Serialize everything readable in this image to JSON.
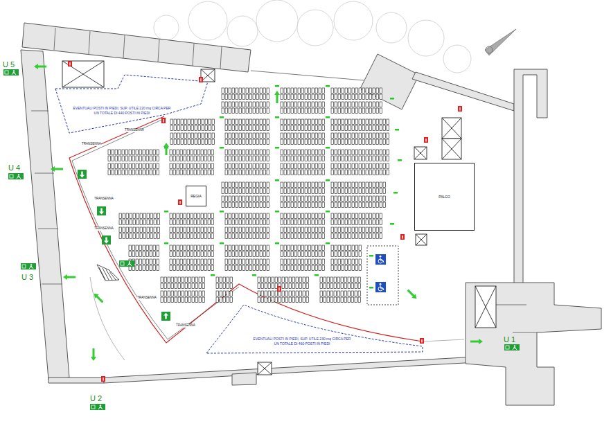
{
  "diagram": {
    "nodes": [
      {
        "text": [
          "EVENTUALI POSTI IN PIEDI, SUP. UTILE 220 mq CIRCA PER UN TOTALE DI 440 POSTI IN PIEDI"
        ]
      },
      {
        "text": [
          "EVENTUALI POSTI IN PIEDI, SUP. UTILE 230 mq CIRCA PER UN TOTALE DI 460 POSTI IN PIEDI"
        ]
      },
      {
        "text": [
          "REGIA"
        ]
      },
      {
        "text": [
          "PALCO"
        ]
      }
    ],
    "labels": [
      "U 5",
      "U 4",
      "U 3",
      "U 2",
      "U 1",
      "TRANSENNA",
      "TRANSENNA",
      "TRANSENNA",
      "TRANSENNA",
      "TRANSENNA",
      "TRANSENNA"
    ]
  }
}
